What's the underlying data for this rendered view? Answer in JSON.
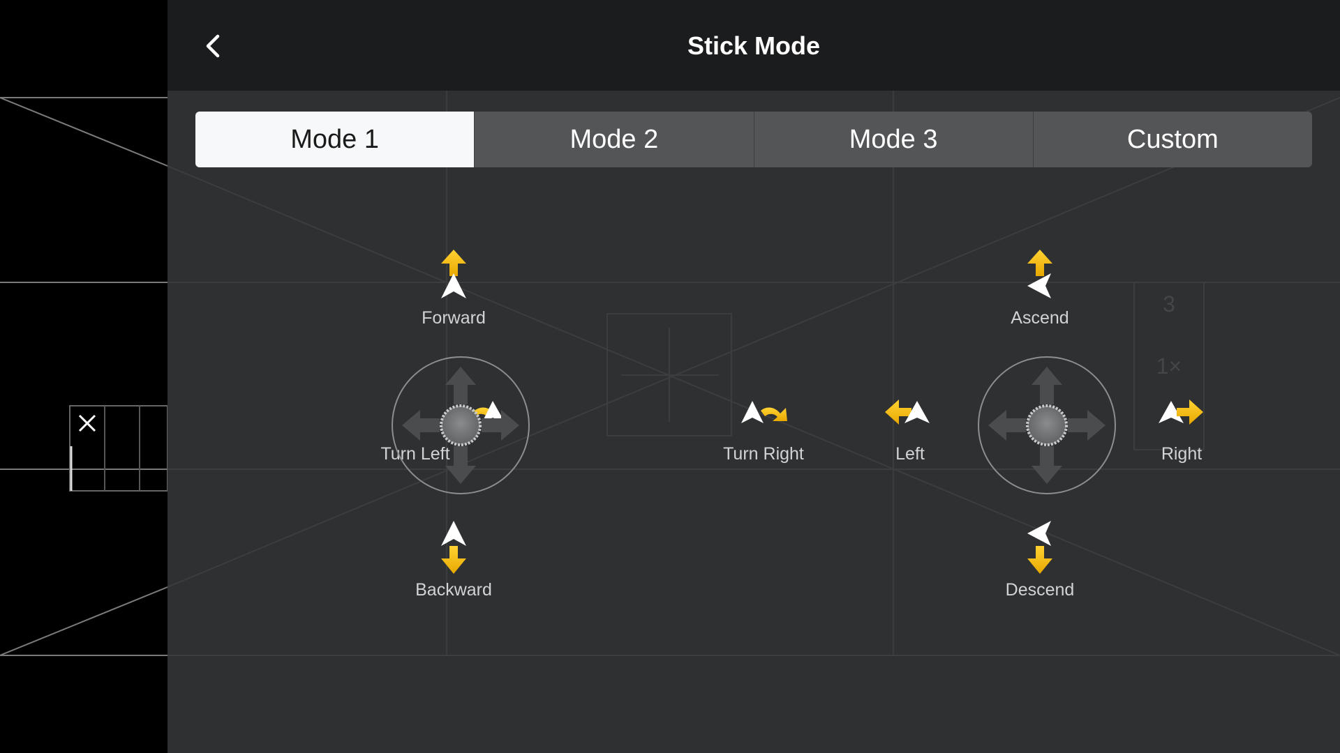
{
  "header": {
    "title": "Stick Mode",
    "back_icon": "chevron-left-icon"
  },
  "tabs": [
    {
      "label": "Mode 1",
      "active": true
    },
    {
      "label": "Mode 2",
      "active": false
    },
    {
      "label": "Mode 3",
      "active": false
    },
    {
      "label": "Custom",
      "active": false
    }
  ],
  "left_stick": {
    "up": "Forward",
    "down": "Backward",
    "left": "Turn Left",
    "right": "Turn Right"
  },
  "right_stick": {
    "up": "Ascend",
    "down": "Descend",
    "left": "Left",
    "right": "Right"
  },
  "colors": {
    "accent": "#f7c21b",
    "panel": "#2f3032",
    "header": "#1b1c1d",
    "tab_active": "#f7f8f9"
  }
}
